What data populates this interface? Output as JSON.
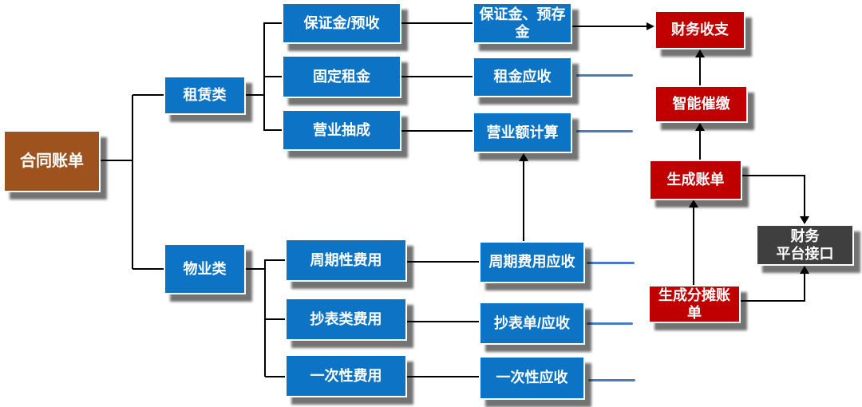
{
  "diagram": {
    "title_hint": "contract-billing-flow",
    "colors": {
      "category_box": "#0d73c5",
      "action_box": "#c00000",
      "root_box": "#9e531f",
      "interface_box": "#3f3f3f",
      "connector": "#000000",
      "blue_connector": "#4a7dc0",
      "background": "#ffffff",
      "text": "#ffffff"
    },
    "nodes": {
      "contract": {
        "label": "合同账单"
      },
      "leasing": {
        "label": "租赁类"
      },
      "property": {
        "label": "物业类"
      },
      "deposit_prepay": {
        "label": "保证金/预收"
      },
      "fixed_rent": {
        "label": "固定租金"
      },
      "business_commission": {
        "label": "营业抽成"
      },
      "periodic_fee": {
        "label": "周期性费用"
      },
      "meter_fee": {
        "label": "抄表类费用"
      },
      "onetime_fee": {
        "label": "一次性费用"
      },
      "deposit_prestore": {
        "label": "保证金、预存金"
      },
      "rent_receivable": {
        "label": "租金应收"
      },
      "turnover_calc": {
        "label": "营业额计算"
      },
      "periodic_receivable": {
        "label": "周期费用应收"
      },
      "meter_receivable": {
        "label": "抄表单/应收"
      },
      "onetime_receivable": {
        "label": "一次性应收"
      },
      "finance_inout": {
        "label": "财务收支"
      },
      "smart_collection": {
        "label": "智能催缴"
      },
      "generate_bill": {
        "label": "生成账单"
      },
      "generate_split_bill": {
        "label": "生成分摊账单"
      },
      "finance_platform": {
        "label": "财务\n平台接口"
      }
    }
  }
}
